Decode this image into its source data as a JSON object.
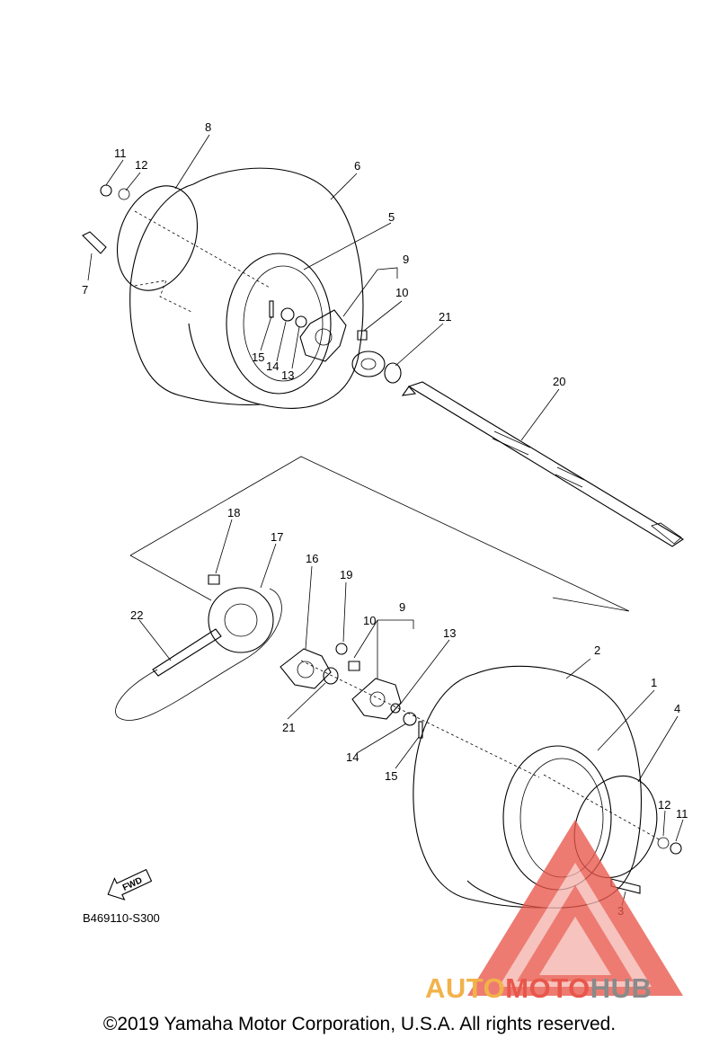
{
  "diagram_code": "B469110-S300",
  "fwd_label": "FWD",
  "copyright": "©2019 Yamaha Motor Corporation, U.S.A. All rights reserved.",
  "watermark": {
    "part1": "AUTO",
    "part2": "MOTO",
    "part3": "HUB"
  },
  "callouts": {
    "c1": "1",
    "c2": "2",
    "c3": "3",
    "c4": "4",
    "c5": "5",
    "c6": "6",
    "c7": "7",
    "c8": "8",
    "c9a": "9",
    "c9b": "9",
    "c10a": "10",
    "c10b": "10",
    "c11a": "11",
    "c11b": "11",
    "c12a": "12",
    "c12b": "12",
    "c13a": "13",
    "c13b": "13",
    "c14a": "14",
    "c14b": "14",
    "c15a": "15",
    "c15b": "15",
    "c16": "16",
    "c17": "17",
    "c18": "18",
    "c19": "19",
    "c20": "20",
    "c21a": "21",
    "c21b": "21",
    "c22": "22"
  },
  "colors": {
    "watermark_orange": "#f2b24a",
    "watermark_red": "#e8574b",
    "watermark_grey": "#8a8a8a"
  }
}
